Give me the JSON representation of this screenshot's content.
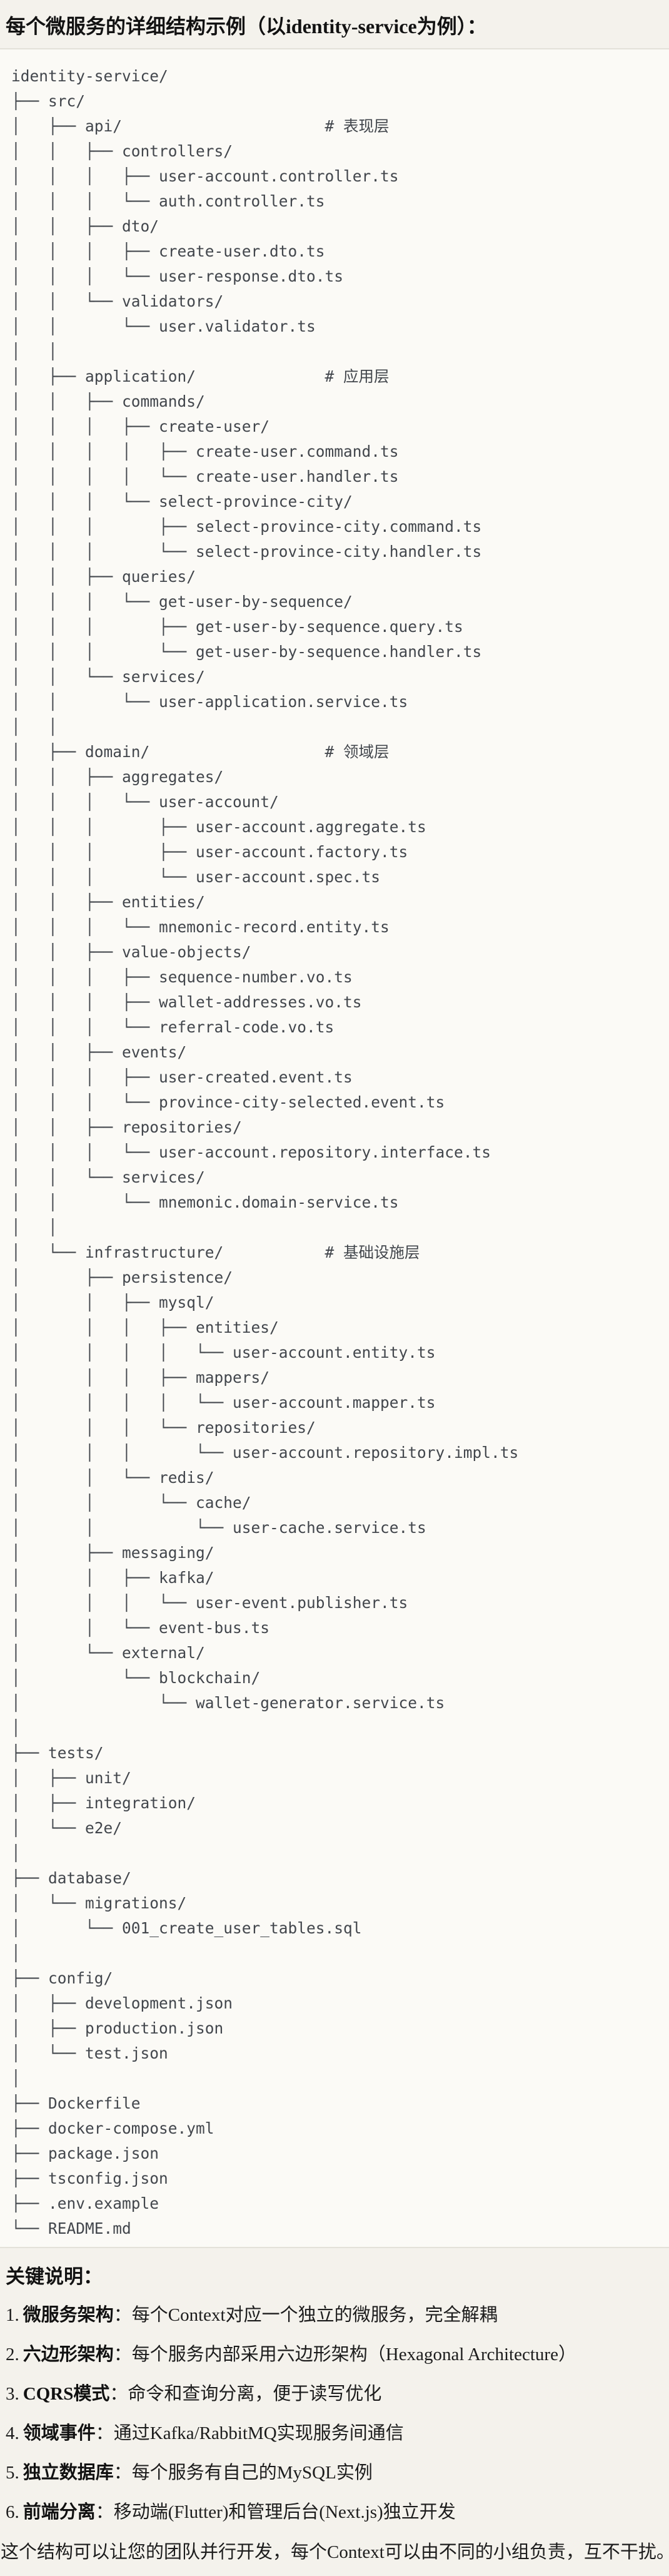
{
  "title": "每个微服务的详细结构示例（以identity-service为例）：",
  "tree": {
    "language": "plaintext",
    "lines": [
      "identity-service/",
      "├── src/",
      "│   ├── api/                      # 表现层",
      "│   │   ├── controllers/",
      "│   │   │   ├── user-account.controller.ts",
      "│   │   │   └── auth.controller.ts",
      "│   │   ├── dto/",
      "│   │   │   ├── create-user.dto.ts",
      "│   │   │   └── user-response.dto.ts",
      "│   │   └── validators/",
      "│   │       └── user.validator.ts",
      "│   │",
      "│   ├── application/              # 应用层",
      "│   │   ├── commands/",
      "│   │   │   ├── create-user/",
      "│   │   │   │   ├── create-user.command.ts",
      "│   │   │   │   └── create-user.handler.ts",
      "│   │   │   └── select-province-city/",
      "│   │   │       ├── select-province-city.command.ts",
      "│   │   │       └── select-province-city.handler.ts",
      "│   │   ├── queries/",
      "│   │   │   └── get-user-by-sequence/",
      "│   │   │       ├── get-user-by-sequence.query.ts",
      "│   │   │       └── get-user-by-sequence.handler.ts",
      "│   │   └── services/",
      "│   │       └── user-application.service.ts",
      "│   │",
      "│   ├── domain/                   # 领域层",
      "│   │   ├── aggregates/",
      "│   │   │   └── user-account/",
      "│   │   │       ├── user-account.aggregate.ts",
      "│   │   │       ├── user-account.factory.ts",
      "│   │   │       └── user-account.spec.ts",
      "│   │   ├── entities/",
      "│   │   │   └── mnemonic-record.entity.ts",
      "│   │   ├── value-objects/",
      "│   │   │   ├── sequence-number.vo.ts",
      "│   │   │   ├── wallet-addresses.vo.ts",
      "│   │   │   └── referral-code.vo.ts",
      "│   │   ├── events/",
      "│   │   │   ├── user-created.event.ts",
      "│   │   │   └── province-city-selected.event.ts",
      "│   │   ├── repositories/",
      "│   │   │   └── user-account.repository.interface.ts",
      "│   │   └── services/",
      "│   │       └── mnemonic.domain-service.ts",
      "│   │",
      "│   └── infrastructure/           # 基础设施层",
      "│       ├── persistence/",
      "│       │   ├── mysql/",
      "│       │   │   ├── entities/",
      "│       │   │   │   └── user-account.entity.ts",
      "│       │   │   ├── mappers/",
      "│       │   │   │   └── user-account.mapper.ts",
      "│       │   │   └── repositories/",
      "│       │   │       └── user-account.repository.impl.ts",
      "│       │   └── redis/",
      "│       │       └── cache/",
      "│       │           └── user-cache.service.ts",
      "│       ├── messaging/",
      "│       │   ├── kafka/",
      "│       │   │   └── user-event.publisher.ts",
      "│       │   └── event-bus.ts",
      "│       └── external/",
      "│           └── blockchain/",
      "│               └── wallet-generator.service.ts",
      "│",
      "├── tests/",
      "│   ├── unit/",
      "│   ├── integration/",
      "│   └── e2e/",
      "│",
      "├── database/",
      "│   └── migrations/",
      "│       └── 001_create_user_tables.sql",
      "│",
      "├── config/",
      "│   ├── development.json",
      "│   ├── production.json",
      "│   └── test.json",
      "│",
      "├── Dockerfile",
      "├── docker-compose.yml",
      "├── package.json",
      "├── tsconfig.json",
      "├── .env.example",
      "└── README.md"
    ]
  },
  "notes": {
    "heading": "关键说明：",
    "items": [
      {
        "num": "1.",
        "label": "微服务架构",
        "text": "：每个Context对应一个独立的微服务，完全解耦"
      },
      {
        "num": "2.",
        "label": "六边形架构",
        "text": "：每个服务内部采用六边形架构（Hexagonal Architecture）"
      },
      {
        "num": "3.",
        "label": "CQRS模式",
        "text": "：命令和查询分离，便于读写优化"
      },
      {
        "num": "4.",
        "label": "领域事件",
        "text": "：通过Kafka/RabbitMQ实现服务间通信"
      },
      {
        "num": "5.",
        "label": "独立数据库",
        "text": "：每个服务有自己的MySQL实例"
      },
      {
        "num": "6.",
        "label": "前端分离",
        "text": "：移动端(Flutter)和管理后台(Next.js)独立开发"
      }
    ],
    "footer": "这个结构可以让您的团队并行开发，每个Context可以由不同的小组负责，互不干扰。"
  },
  "colors": {
    "page_bg": "#F4F2EC",
    "code_bg": "#FBFAF6",
    "divider": "#E3E1D9",
    "code_text": "#42464C",
    "body_text": "#1C1C1C"
  }
}
